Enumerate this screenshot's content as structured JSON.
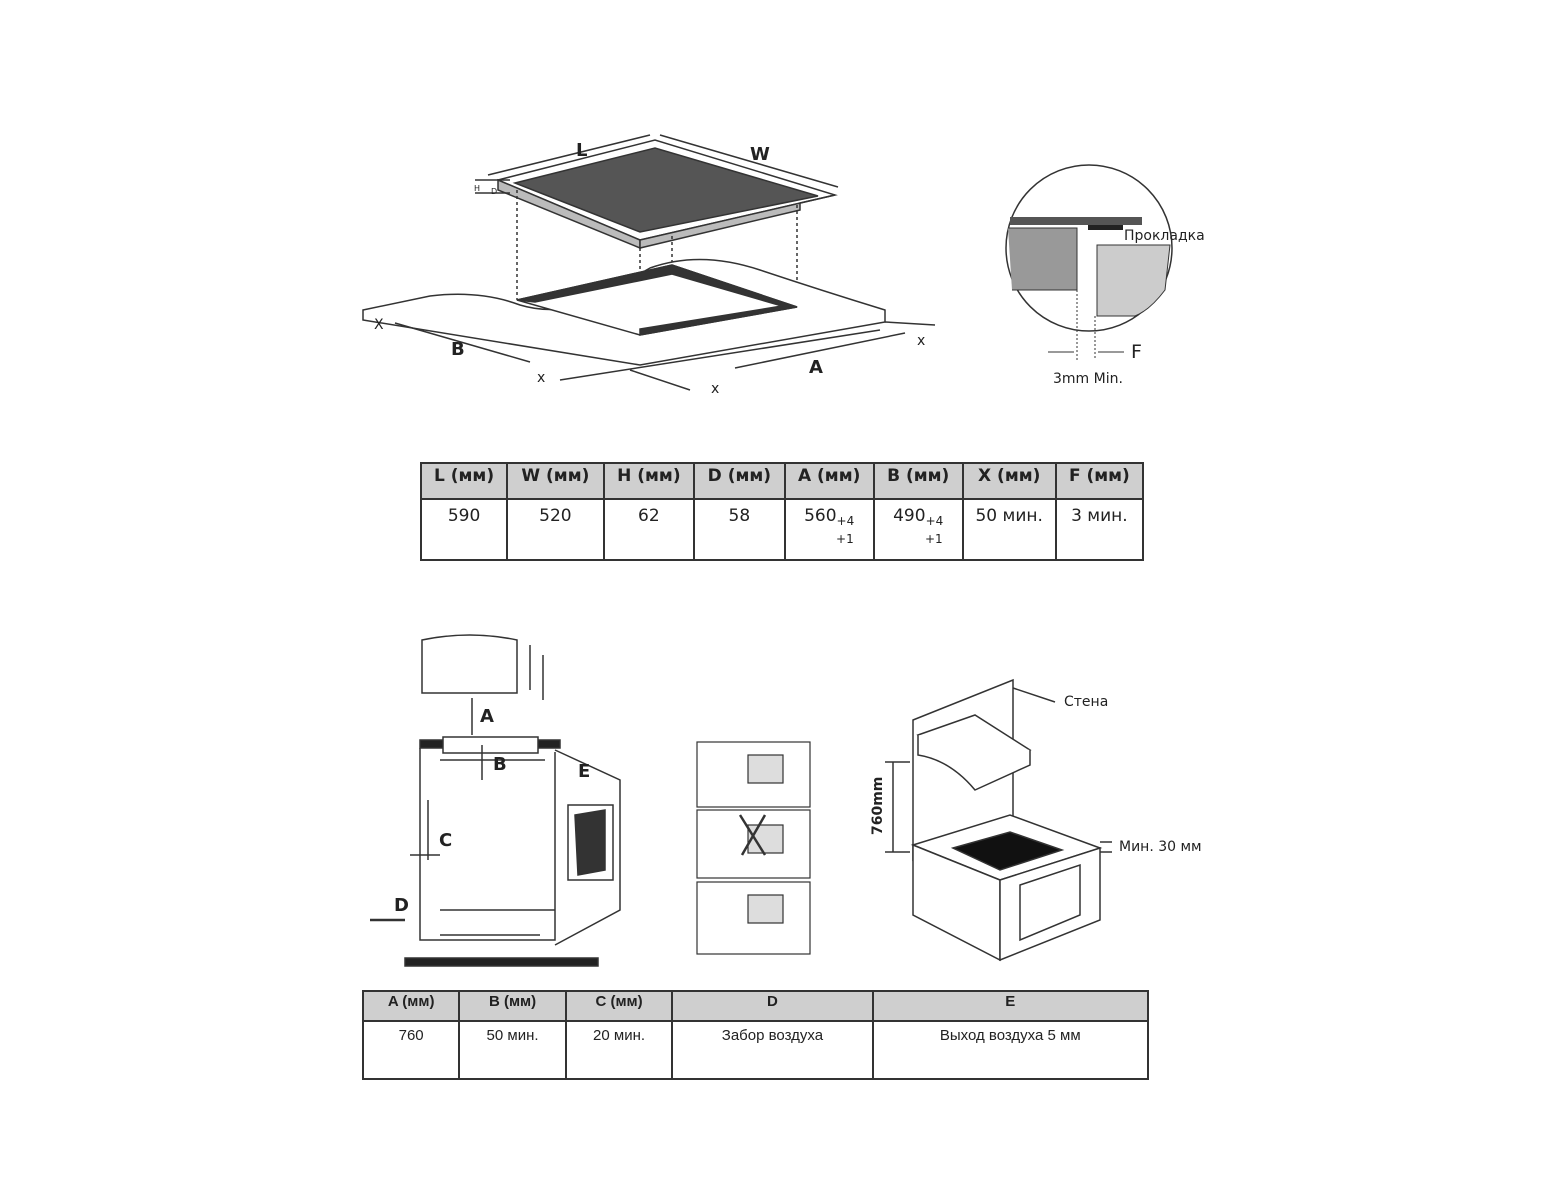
{
  "top_diagram": {
    "labels": {
      "L": "L",
      "W": "W",
      "H": "H",
      "D": "D",
      "X": "X",
      "A": "A",
      "B": "B",
      "x": "x"
    },
    "detail": {
      "gasket": "Прокладка",
      "F": "F",
      "min": "3mm Min."
    }
  },
  "table1": {
    "headers": [
      "L (мм)",
      "W (мм)",
      "H (мм)",
      "D (мм)",
      "A (мм)",
      "B (мм)",
      "X (мм)",
      "F (мм)"
    ],
    "values": [
      "590",
      "520",
      "62",
      "58",
      "560",
      "490",
      "50 мин.",
      "3 мин."
    ],
    "tolerance": {
      "upper": "+4",
      "lower": "+1"
    }
  },
  "bottom_diagram": {
    "labels": {
      "A": "A",
      "B": "B",
      "C": "C",
      "D": "D",
      "E": "E"
    },
    "wall": "Стена",
    "height": "760mm",
    "min_gap": "Мин. 30 мм"
  },
  "table2": {
    "headers": [
      "A (мм)",
      "B (мм)",
      "C (мм)",
      "D",
      "E"
    ],
    "values": [
      "760",
      "50 мин.",
      "20 мин.",
      "Забор воздуха",
      "Выход воздуха 5 мм"
    ]
  }
}
